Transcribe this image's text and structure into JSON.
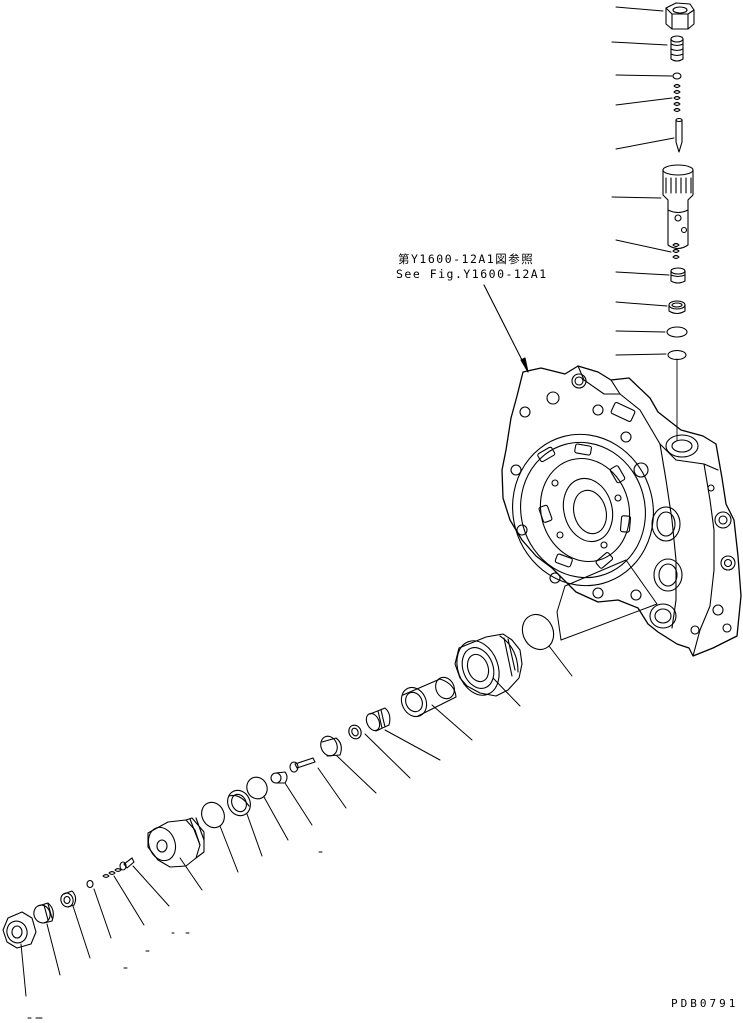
{
  "reference": {
    "line_ja": "第Y1600-12A1図参照",
    "line_en": "See Fig.Y1600-12A1"
  },
  "drawing_code": "PDB0791"
}
